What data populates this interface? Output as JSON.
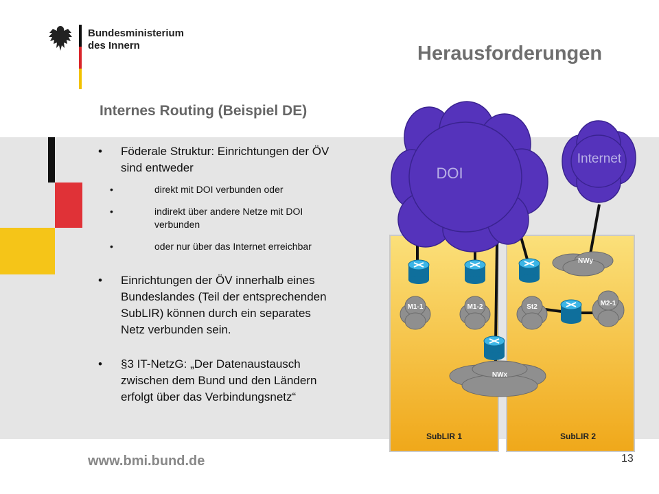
{
  "header": {
    "logo_line1": "Bundesministerium",
    "logo_line2": "des Innern",
    "title": "Herausforderungen"
  },
  "content": {
    "subtitle": "Internes Routing (Beispiel DE)",
    "bullets": {
      "b1_line1": "Föderale Struktur: Einrichtungen der ÖV",
      "b1_line2": "sind entweder",
      "s1": "direkt mit DOI verbunden oder",
      "s2_line1": "indirekt über andere Netze mit DOI",
      "s2_line2": "verbunden",
      "s3": "oder nur über das Internet erreichbar",
      "b2_line1": "Einrichtungen der ÖV innerhalb eines",
      "b2_line2": "Bundeslandes (Teil der entsprechenden",
      "b2_line3": "SubLIR) können durch ein separates",
      "b2_line4": "Netz verbunden sein.",
      "b3_line1": "§3 IT-NetzG: „Der Datenaustausch",
      "b3_line2": "zwischen dem Bund und den Ländern",
      "b3_line3": "erfolgt über das Verbindungsnetz“"
    }
  },
  "diagram": {
    "doi": "DOI",
    "internet": "Internet",
    "sublir1": "SubLIR 1",
    "sublir2": "SubLIR 2",
    "m11": "M1-1",
    "m12": "M1-2",
    "st2": "St2",
    "m21": "M2-1",
    "nwy": "NWy",
    "nwx": "NWx"
  },
  "footer": {
    "url": "www.bmi.bund.de",
    "page": "13"
  },
  "colors": {
    "cloud_purple": "#5533bb",
    "sublir_gold": "#f5c22a",
    "router_blue": "#1e96c8",
    "flag_red": "#e03237",
    "flag_gold": "#f5c518"
  }
}
